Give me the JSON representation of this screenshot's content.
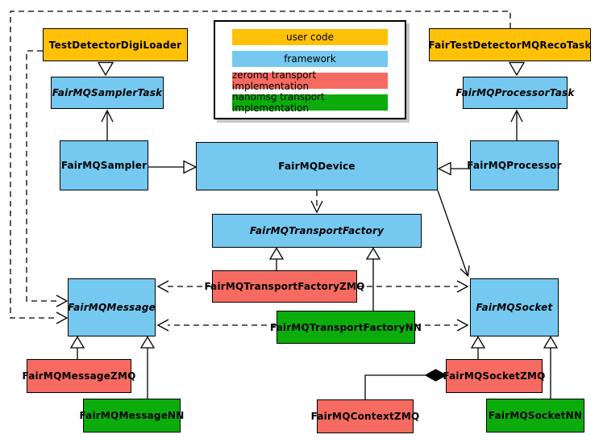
{
  "diagram_type": "uml-class-diagram",
  "legend": {
    "items": [
      {
        "label": "user code",
        "color": "#FFC107"
      },
      {
        "label": "framework",
        "color": "#75C9F0"
      },
      {
        "label": "zeromq transport implementation",
        "color": "#F56B61"
      },
      {
        "label": "nanomsg transport implementation",
        "color": "#0BAC0B"
      }
    ]
  },
  "nodes": {
    "testDetectorDigiLoader": {
      "label": "TestDetectorDigiLoader",
      "category": "user code",
      "abstract": false
    },
    "fairTestDetectorMQRecoTask": {
      "label": "FairTestDetectorMQRecoTask",
      "category": "user code",
      "abstract": false
    },
    "fairMQSamplerTask": {
      "label": "FairMQSamplerTask",
      "category": "framework",
      "abstract": true
    },
    "fairMQProcessorTask": {
      "label": "FairMQProcessorTask",
      "category": "framework",
      "abstract": true
    },
    "fairMQSampler": {
      "label": "FairMQSampler",
      "category": "framework",
      "abstract": false
    },
    "fairMQDevice": {
      "label": "FairMQDevice",
      "category": "framework",
      "abstract": false
    },
    "fairMQProcessor": {
      "label": "FairMQProcessor",
      "category": "framework",
      "abstract": false
    },
    "fairMQTransportFactory": {
      "label": "FairMQTransportFactory",
      "category": "framework",
      "abstract": true
    },
    "fairMQTransportFactoryZMQ": {
      "label": "FairMQTransportFactoryZMQ",
      "category": "zeromq transport implementation",
      "abstract": false
    },
    "fairMQTransportFactoryNN": {
      "label": "FairMQTransportFactoryNN",
      "category": "nanomsg transport implementation",
      "abstract": false
    },
    "fairMQMessage": {
      "label": "FairMQMessage",
      "category": "framework",
      "abstract": true
    },
    "fairMQSocket": {
      "label": "FairMQSocket",
      "category": "framework",
      "abstract": true
    },
    "fairMQMessageZMQ": {
      "label": "FairMQMessageZMQ",
      "category": "zeromq transport implementation",
      "abstract": false
    },
    "fairMQMessageNN": {
      "label": "FairMQMessageNN",
      "category": "nanomsg transport implementation",
      "abstract": false
    },
    "fairMQSocketZMQ": {
      "label": "FairMQSocketZMQ",
      "category": "zeromq transport implementation",
      "abstract": false
    },
    "fairMQSocketNN": {
      "label": "FairMQSocketNN",
      "category": "nanomsg transport implementation",
      "abstract": false
    },
    "fairMQContextZMQ": {
      "label": "FairMQContextZMQ",
      "category": "zeromq transport implementation",
      "abstract": false
    }
  },
  "edges": [
    {
      "from": "TestDetectorDigiLoader",
      "to": "FairMQSamplerTask",
      "relation": "inheritance",
      "line": "solid"
    },
    {
      "from": "FairMQSampler",
      "to": "FairMQSamplerTask",
      "relation": "association",
      "line": "solid"
    },
    {
      "from": "FairTestDetectorMQRecoTask",
      "to": "FairMQProcessorTask",
      "relation": "inheritance",
      "line": "solid"
    },
    {
      "from": "FairMQProcessor",
      "to": "FairMQProcessorTask",
      "relation": "association",
      "line": "solid"
    },
    {
      "from": "FairMQSampler",
      "to": "FairMQDevice",
      "relation": "inheritance",
      "line": "solid"
    },
    {
      "from": "FairMQProcessor",
      "to": "FairMQDevice",
      "relation": "inheritance",
      "line": "solid"
    },
    {
      "from": "FairMQDevice",
      "to": "FairMQTransportFactory",
      "relation": "dependency",
      "line": "dashed"
    },
    {
      "from": "FairMQDevice",
      "to": "FairMQSocket",
      "relation": "association",
      "line": "solid"
    },
    {
      "from": "FairMQTransportFactoryZMQ",
      "to": "FairMQTransportFactory",
      "relation": "inheritance",
      "line": "solid"
    },
    {
      "from": "FairMQTransportFactoryNN",
      "to": "FairMQTransportFactory",
      "relation": "inheritance",
      "line": "solid"
    },
    {
      "from": "FairMQTransportFactoryZMQ",
      "to": "FairMQMessage",
      "relation": "dependency",
      "line": "dashed"
    },
    {
      "from": "FairMQTransportFactoryZMQ",
      "to": "FairMQSocket",
      "relation": "dependency",
      "line": "dashed"
    },
    {
      "from": "FairMQTransportFactoryNN",
      "to": "FairMQMessage",
      "relation": "dependency",
      "line": "dashed"
    },
    {
      "from": "FairMQTransportFactoryNN",
      "to": "FairMQSocket",
      "relation": "dependency",
      "line": "dashed"
    },
    {
      "from": "TestDetectorDigiLoader",
      "to": "FairMQMessage",
      "relation": "dependency",
      "line": "dashed"
    },
    {
      "from": "FairTestDetectorMQRecoTask",
      "to": "FairMQMessage",
      "relation": "dependency",
      "line": "dashed"
    },
    {
      "from": "FairMQMessageZMQ",
      "to": "FairMQMessage",
      "relation": "inheritance",
      "line": "solid"
    },
    {
      "from": "FairMQMessageNN",
      "to": "FairMQMessage",
      "relation": "inheritance",
      "line": "solid"
    },
    {
      "from": "FairMQSocketZMQ",
      "to": "FairMQSocket",
      "relation": "inheritance",
      "line": "solid"
    },
    {
      "from": "FairMQSocketNN",
      "to": "FairMQSocket",
      "relation": "inheritance",
      "line": "solid"
    },
    {
      "from": "FairMQContextZMQ",
      "to": "FairMQSocketZMQ",
      "relation": "composition",
      "line": "solid"
    }
  ]
}
